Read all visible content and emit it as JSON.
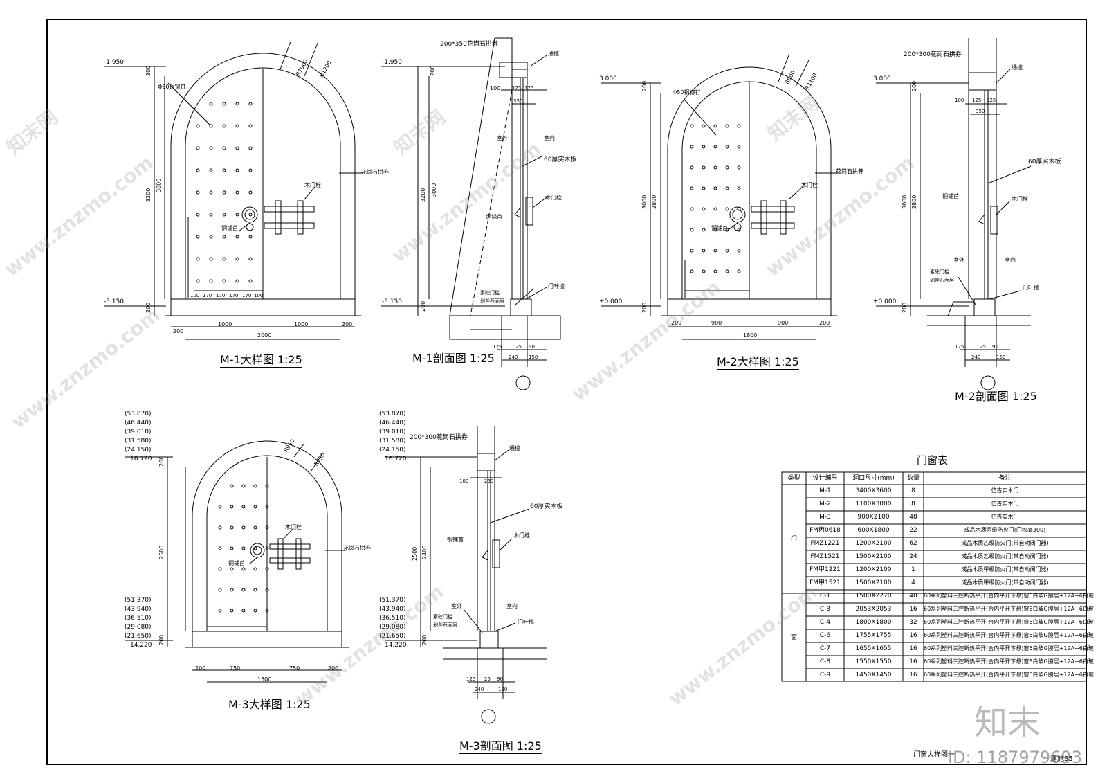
{
  "m1": {
    "title": "M-1大样图 1:25",
    "levels": [
      "-1.950",
      "-5.150"
    ],
    "radii": [
      "R1000",
      "R1200"
    ],
    "labels": {
      "ring": "Φ50铜铆钉",
      "arch": "花岗石拱券",
      "bolt": "木门栓",
      "knocker": "铜铺首"
    },
    "dims_bottom": [
      "200",
      "1000",
      "1000",
      "200",
      "2000"
    ],
    "dims_left": [
      "200",
      "3000",
      "3200",
      "200"
    ],
    "dims_small": [
      "100",
      "170",
      "170",
      "170",
      "170",
      "100"
    ]
  },
  "m1s": {
    "title": "M-1剖面图 1:25",
    "levels": [
      "-1.950",
      "-5.150"
    ],
    "labels": {
      "lintel": "200*350花岗石拱券",
      "hinge": "通槛",
      "out": "室外",
      "in": "室内",
      "board": "60厚实木板",
      "knocker": "铜铺首",
      "bolt": "木门栓",
      "sill": "素砼门槛",
      "sill2": "剁斧石面层",
      "stop": "门叶槛"
    },
    "dims": [
      "200",
      "100",
      "125",
      "125",
      "350",
      "3000",
      "3200",
      "200",
      "125",
      "25",
      "90",
      "240",
      "150"
    ]
  },
  "m2": {
    "title": "M-2大样图 1:25",
    "levels": [
      "3.000",
      "±0.000"
    ],
    "radii": [
      "R900",
      "R1100"
    ],
    "labels": {
      "ring": "Φ50铜铆钉",
      "arch": "花岗石拱券",
      "bolt": "木门栓",
      "knocker": "铜铺首"
    },
    "dims_bottom": [
      "200",
      "900",
      "900",
      "200",
      "1800"
    ],
    "dims_left": [
      "200",
      "2800",
      "3000",
      "200"
    ]
  },
  "m2s": {
    "title": "M-2剖面图 1:25",
    "levels": [
      "3.000",
      "±0.000"
    ],
    "labels": {
      "lintel": "200*300花岗石拱券",
      "hinge": "通槛",
      "out": "室外",
      "in": "室内",
      "board": "60厚实木板",
      "knocker": "铜铺首",
      "bolt": "木门栓",
      "sill": "素砼门槛",
      "sill2": "剁斧石面层",
      "stop": "门叶槛"
    },
    "dims": [
      "200",
      "100",
      "125",
      "125",
      "350",
      "2800",
      "3000",
      "200",
      "125",
      "25",
      "90",
      "240",
      "150"
    ]
  },
  "m3": {
    "title": "M-3大样图 1:25",
    "levels_top": [
      "(53.870)",
      "(46.440)",
      "(39.010)",
      "(31.580)",
      "(24.150)",
      "16.720"
    ],
    "levels_bot": [
      "(51.370)",
      "(43.940)",
      "(36.510)",
      "(29.080)",
      "(21.650)",
      "14.220"
    ],
    "radii": [
      "R950",
      "R750"
    ],
    "labels": {
      "bolt": "木门栓",
      "knocker": "铜铺首",
      "arch": "花岗石拱券"
    },
    "dims_bottom": [
      "200",
      "750",
      "750",
      "200",
      "1500"
    ],
    "dims_left": [
      "200",
      "2500",
      "200"
    ]
  },
  "m3s": {
    "title": "M-3剖面图 1:25",
    "levels_top": [
      "(53.870)",
      "(46.440)",
      "(39.010)",
      "(31.580)",
      "(24.150)",
      "16.720"
    ],
    "levels_bot": [
      "(51.370)",
      "(43.940)",
      "(36.510)",
      "(29.080)",
      "(21.650)",
      "14.220"
    ],
    "labels": {
      "lintel": "200*300花岗石拱券",
      "hinge": "通槛",
      "out": "室外",
      "in": "室内",
      "board": "60厚实木板",
      "knocker": "铜铺首",
      "bolt": "木门栓",
      "sill": "素砼门槛",
      "sill2": "剁斧石面层",
      "stop": "门叶槛"
    },
    "dims": [
      "100",
      "250",
      "2500",
      "2400",
      "200",
      "125",
      "25",
      "90",
      "240",
      "150"
    ]
  },
  "table": {
    "title": "门窗表",
    "headers": [
      "类型",
      "设计编号",
      "洞口尺寸(mm)",
      "数量",
      "备注"
    ],
    "group_door": "门",
    "group_window": "窗",
    "rows": [
      [
        "M-1",
        "3400X3600",
        "8",
        "仿古实木门"
      ],
      [
        "M-2",
        "1100X3000",
        "8",
        "仿古实木门"
      ],
      [
        "M-3",
        "900X2100",
        "48",
        "仿古实木门"
      ],
      [
        "FM丙0618",
        "600X1800",
        "22",
        "成品木质丙级防火门(门坎高300)"
      ],
      [
        "FMZ1221",
        "1200X2100",
        "62",
        "成品木质乙级防火门(带自动闭门器)"
      ],
      [
        "FMZ1521",
        "1500X2100",
        "24",
        "成品木质乙级防火门(带自动闭门器)"
      ],
      [
        "FM甲1221",
        "1200X2100",
        "1",
        "成品木质甲级防火门(带自动闭门器)"
      ],
      [
        "FM甲1521",
        "1500X2100",
        "4",
        "成品木质甲级防火门(带自动闭门器)"
      ],
      [
        "C-1",
        "1500X2270",
        "40",
        "60系列塑料三腔断热平开(合内平开下悬)窗6白玻G膜层+12A+6白玻"
      ],
      [
        "C-3",
        "2053X2053",
        "16",
        "60系列塑料三腔断热平开(合内平开下悬)窗6白玻G膜层+12A+6白玻"
      ],
      [
        "C-4",
        "1800X1800",
        "32",
        "60系列塑料三腔断热平开(合内平开下悬)窗6白玻G膜层+12A+6白玻"
      ],
      [
        "C-6",
        "1755X1755",
        "16",
        "60系列塑料三腔断热平开(合内平开下悬)窗6白玻G膜层+12A+6白玻"
      ],
      [
        "C-7",
        "1655X1655",
        "16",
        "60系列塑料三腔断热平开(合内平开下悬)窗6白玻G膜层+12A+6白玻"
      ],
      [
        "C-8",
        "1550X1550",
        "16",
        "60系列塑料三腔断热平开(合内平开下悬)窗6白玻G膜层+12A+6白玻"
      ],
      [
        "C-9",
        "1450X1450",
        "16",
        "60系列塑料三腔断热平开(合内平开下悬)窗6白玻G膜层+12A+6白玻"
      ]
    ]
  },
  "footer": {
    "sheet_title": "门窗大样图一",
    "sheet_no": "建施35"
  },
  "watermark": {
    "site": "www.znzmo.com",
    "cn": "知末网",
    "brand": "知末",
    "id": "ID: 1187979693"
  }
}
